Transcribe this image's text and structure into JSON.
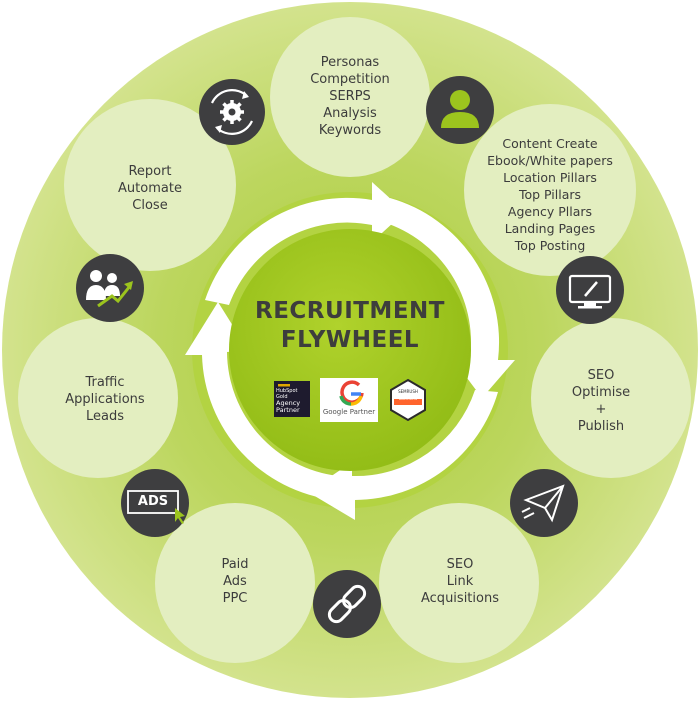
{
  "title": {
    "line1": "RECRUITMENT",
    "line2": "FLYWHEEL"
  },
  "segments": {
    "research": [
      "Personas",
      "Competition",
      "SERPS",
      "Analysis",
      "Keywords"
    ],
    "content": [
      "Content Create",
      "Ebook/White papers",
      "Location Pillars",
      "Top Pillars",
      "Agency Pllars",
      "Landing Pages",
      "Top Posting"
    ],
    "seo_publish": [
      "SEO",
      "Optimise",
      "+",
      "Publish"
    ],
    "seo_link": [
      "SEO",
      "Link",
      "Acquisitions"
    ],
    "paid": [
      "Paid",
      "Ads",
      "PPC"
    ],
    "traffic": [
      "Traffic",
      "Applications",
      "Leads"
    ],
    "report": [
      "Report",
      "Automate",
      "Close"
    ]
  },
  "icons": {
    "gear": "gear-cycle-icon",
    "user": "user-icon",
    "monitor": "monitor-pen-icon",
    "plane": "paper-plane-icon",
    "link": "chain-link-icon",
    "ads": "ads-click-icon",
    "growth": "people-growth-icon",
    "ads_label": "ADS"
  },
  "badges": {
    "hubspot_line1": "HubSpot",
    "hubspot_line2": "Gold",
    "hubspot_line3": "Agency",
    "hubspot_line4": "Partner",
    "google_label": "Google Partner",
    "semrush_line1": "SEMRUSH",
    "semrush_line2": "Diamond"
  },
  "colors": {
    "outer_ring": "#c8dc7a",
    "satellite": "#e3eec0",
    "center": "#9cc41e",
    "icon_bg": "#3e3e40",
    "arrow": "#ffffff",
    "text": "#3c3c3c"
  }
}
